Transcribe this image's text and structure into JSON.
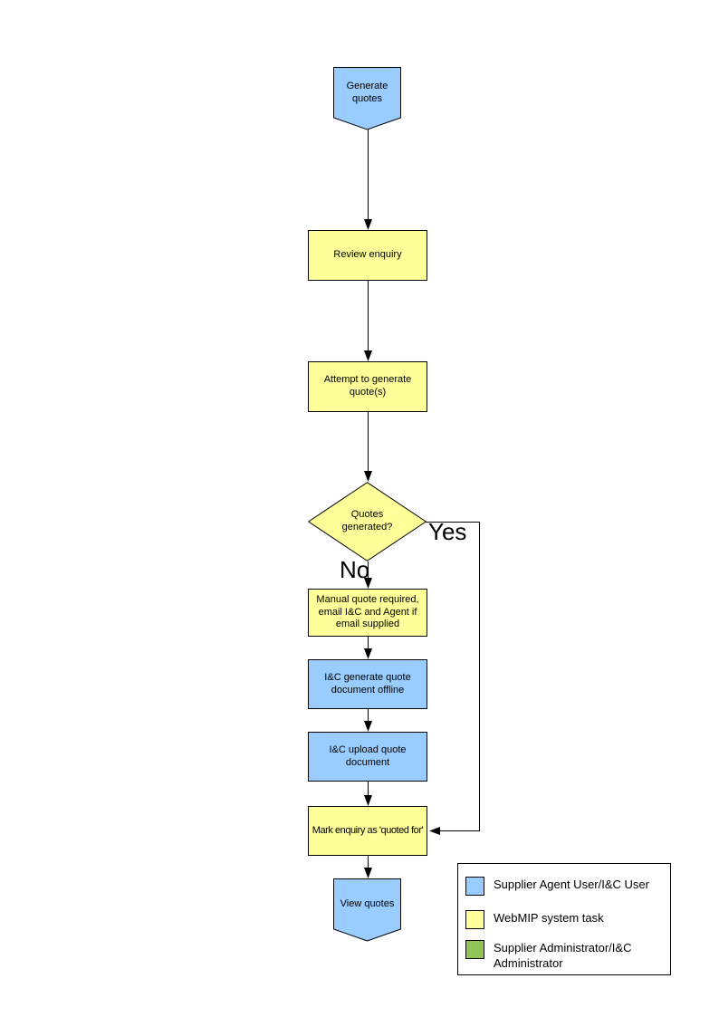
{
  "colors": {
    "actor_blue": "#99CCFF",
    "system_task_yellow": "#FFFF99",
    "admin_green": "#92C558",
    "shape_border": "#000000",
    "connector": "#000000",
    "page_background": "#FFFFFF"
  },
  "diagram_type": "flowchart",
  "nodes": [
    {
      "id": "generate-quotes",
      "shape": "pentagon-down",
      "fill": "actor_blue",
      "label": "Generate quotes"
    },
    {
      "id": "review-enquiry",
      "shape": "process",
      "fill": "system_task_yellow",
      "label": "Review enquiry"
    },
    {
      "id": "attempt-to-generate-quotes",
      "shape": "process",
      "fill": "system_task_yellow",
      "label": "Attempt to generate quote(s)"
    },
    {
      "id": "quotes-generated",
      "shape": "decision",
      "fill": "system_task_yellow",
      "label": "Quotes generated?"
    },
    {
      "id": "manual-quote-required",
      "shape": "process",
      "fill": "system_task_yellow",
      "label": "Manual quote required, email I&C and Agent if email supplied"
    },
    {
      "id": "ic-generate-quote-offline",
      "shape": "process",
      "fill": "actor_blue",
      "label": "I&C generate quote document offline"
    },
    {
      "id": "ic-upload-quote-document",
      "shape": "process",
      "fill": "actor_blue",
      "label": "I&C upload quote document"
    },
    {
      "id": "mark-enquiry-quoted-for",
      "shape": "process",
      "fill": "system_task_yellow",
      "label": "Mark enquiry as 'quoted for'"
    },
    {
      "id": "view-quotes",
      "shape": "pentagon-down",
      "fill": "actor_blue",
      "label": "View quotes"
    }
  ],
  "decision_labels": {
    "yes": "Yes",
    "no": "No"
  },
  "edges": [
    {
      "from": "generate-quotes",
      "to": "review-enquiry"
    },
    {
      "from": "review-enquiry",
      "to": "attempt-to-generate-quotes"
    },
    {
      "from": "attempt-to-generate-quotes",
      "to": "quotes-generated"
    },
    {
      "from": "quotes-generated",
      "to": "manual-quote-required",
      "label": "No"
    },
    {
      "from": "manual-quote-required",
      "to": "ic-generate-quote-offline"
    },
    {
      "from": "ic-generate-quote-offline",
      "to": "ic-upload-quote-document"
    },
    {
      "from": "ic-upload-quote-document",
      "to": "mark-enquiry-quoted-for"
    },
    {
      "from": "quotes-generated",
      "to": "mark-enquiry-quoted-for",
      "label": "Yes"
    },
    {
      "from": "mark-enquiry-quoted-for",
      "to": "view-quotes"
    }
  ],
  "legend": {
    "items": [
      {
        "swatch": "actor_blue",
        "label": "Supplier Agent User/I&C User"
      },
      {
        "swatch": "system_task_yellow",
        "label": "WebMIP system task"
      },
      {
        "swatch": "admin_green",
        "label": "Supplier Administrator/I&C Administrator"
      }
    ]
  }
}
